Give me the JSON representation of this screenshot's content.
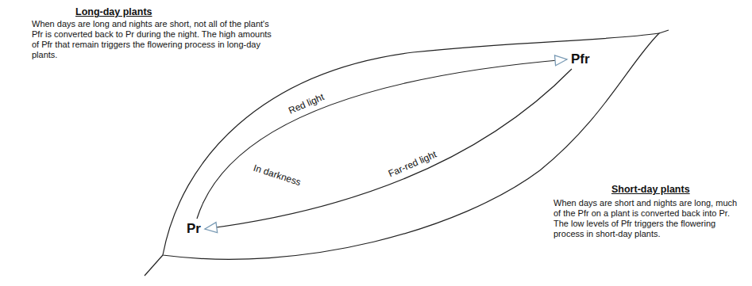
{
  "diagram": {
    "nodes": [
      {
        "text": [
          "Pr"
        ]
      },
      {
        "text": [
          "Pfr"
        ]
      }
    ],
    "edges": [
      {
        "from": 0,
        "to": 1,
        "arrow": "to",
        "label": "Red light"
      },
      {
        "from": 1,
        "to": 0,
        "arrow": "to",
        "label": "Far-red light"
      }
    ],
    "labels": [
      "Long-day plants",
      "When days are long and nights are short, not all of the plant's Pfr is converted back to Pr during the night. The high amounts of Pfr that remain triggers the flowering process in long-day plants.",
      "In darkness",
      "Short-day plants",
      "When days are short and nights are long, much of the Pfr on a plant is converted back into Pr. The low levels of Pfr triggers the flowering process in short-day plants."
    ]
  }
}
